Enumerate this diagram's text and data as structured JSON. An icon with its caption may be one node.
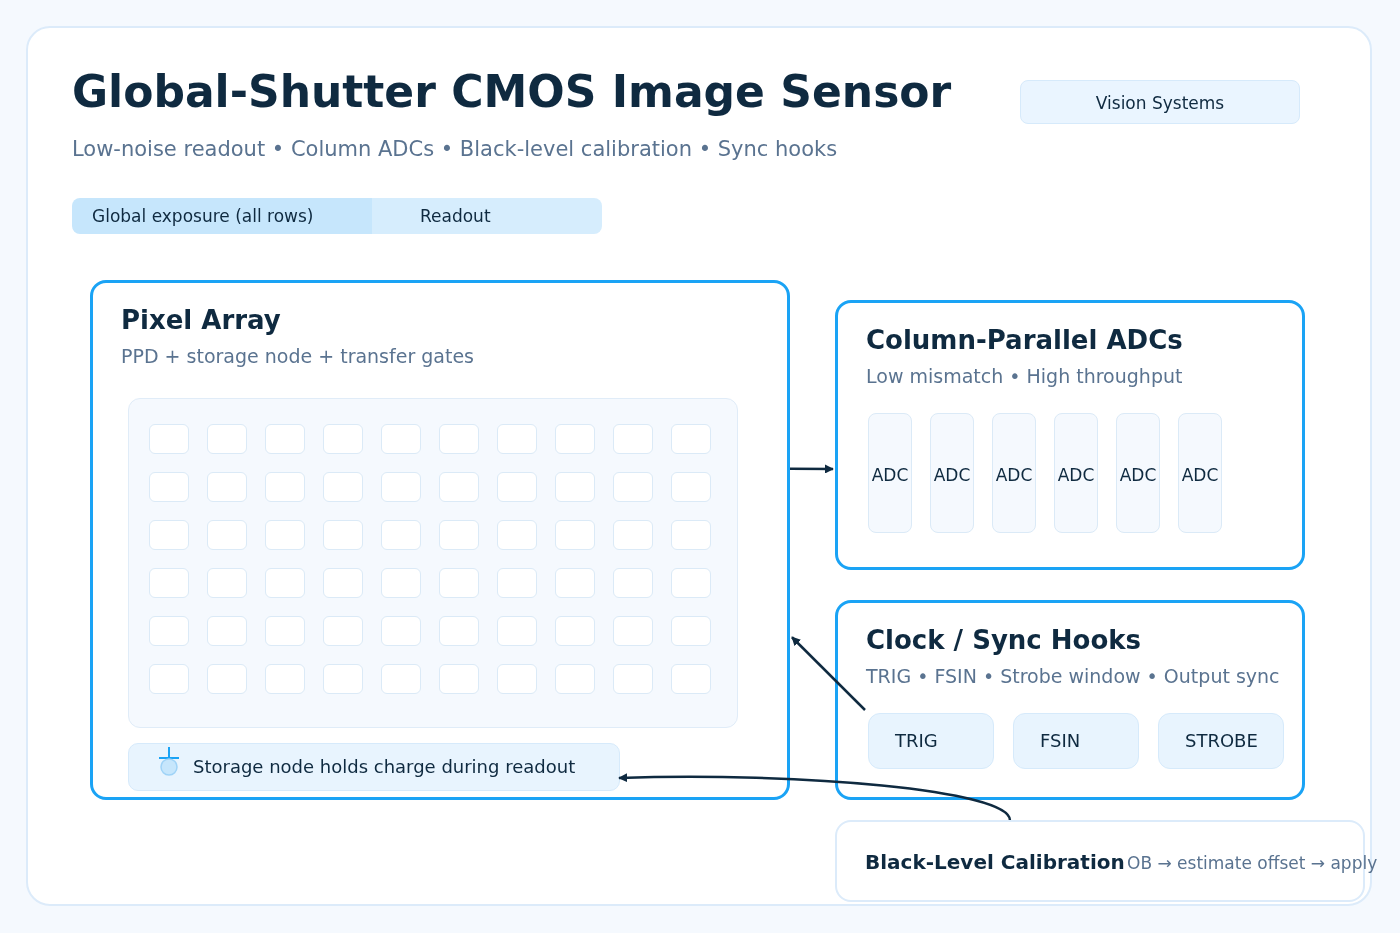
{
  "diagram": {
    "title": "Global-Shutter CMOS Image Sensor",
    "nodes": [
      {
        "text": [
          "Global exposure (all rows)"
        ]
      },
      {
        "text": [
          "Readout"
        ]
      },
      {
        "text": [
          "Pixel Array",
          "PPD + storage node + transfer gates"
        ]
      },
      {
        "text": [],
        "shape": "box",
        "in": 2
      },
      {
        "text": [],
        "shape": "box",
        "in": 3
      },
      {
        "text": [],
        "shape": "box",
        "in": 3
      },
      {
        "text": [],
        "shape": "box",
        "in": 3
      },
      {
        "text": [],
        "shape": "box",
        "in": 3
      },
      {
        "text": [],
        "shape": "box",
        "in": 3
      },
      {
        "text": [],
        "shape": "box",
        "in": 3
      },
      {
        "text": [],
        "shape": "box",
        "in": 3
      },
      {
        "text": [],
        "shape": "box",
        "in": 3
      },
      {
        "text": [],
        "shape": "box",
        "in": 3
      },
      {
        "text": [],
        "shape": "box",
        "in": 3
      },
      {
        "text": [],
        "shape": "box",
        "in": 3
      },
      {
        "text": [],
        "shape": "box",
        "in": 3
      },
      {
        "text": [],
        "shape": "box",
        "in": 3
      },
      {
        "text": [],
        "shape": "box",
        "in": 3
      },
      {
        "text": [],
        "shape": "box",
        "in": 3
      },
      {
        "text": [],
        "shape": "box",
        "in": 3
      },
      {
        "text": [],
        "shape": "box",
        "in": 3
      },
      {
        "text": [],
        "shape": "box",
        "in": 3
      },
      {
        "text": [],
        "shape": "box",
        "in": 3
      },
      {
        "text": [],
        "shape": "box",
        "in": 3
      },
      {
        "text": [],
        "shape": "box",
        "in": 3
      },
      {
        "text": [],
        "shape": "box",
        "in": 3
      },
      {
        "text": [],
        "shape": "box",
        "in": 3
      },
      {
        "text": [],
        "shape": "box",
        "in": 3
      },
      {
        "text": [],
        "shape": "box",
        "in": 3
      },
      {
        "text": [],
        "shape": "box",
        "in": 3
      },
      {
        "text": [],
        "shape": "box",
        "in": 3
      },
      {
        "text": [],
        "shape": "box",
        "in": 3
      },
      {
        "text": [],
        "shape": "box",
        "in": 3
      },
      {
        "text": [],
        "shape": "box",
        "in": 3
      },
      {
        "text": [],
        "shape": "box",
        "in": 3
      },
      {
        "text": [],
        "shape": "box",
        "in": 3
      },
      {
        "text": [],
        "shape": "box",
        "in": 3
      },
      {
        "text": [],
        "shape": "box",
        "in": 3
      },
      {
        "text": [],
        "shape": "box",
        "in": 3
      },
      {
        "text": [],
        "shape": "box",
        "in": 3
      },
      {
        "text": [],
        "shape": "box",
        "in": 3
      },
      {
        "text": [],
        "shape": "box",
        "in": 3
      },
      {
        "text": [],
        "shape": "box",
        "in": 3
      },
      {
        "text": [],
        "shape": "box",
        "in": 3
      },
      {
        "text": [],
        "shape": "box",
        "in": 3
      },
      {
        "text": [],
        "shape": "box",
        "in": 3
      },
      {
        "text": [],
        "shape": "box",
        "in": 3
      },
      {
        "text": [],
        "shape": "box",
        "in": 3
      },
      {
        "text": [],
        "shape": "box",
        "in": 3
      },
      {
        "text": [],
        "shape": "box",
        "in": 3
      },
      {
        "text": [],
        "shape": "box",
        "in": 3
      },
      {
        "text": [],
        "shape": "box",
        "in": 3
      },
      {
        "text": [],
        "shape": "box",
        "in": 3
      },
      {
        "text": [],
        "shape": "box",
        "in": 3
      },
      {
        "text": [],
        "shape": "box",
        "in": 3
      },
      {
        "text": [],
        "shape": "box",
        "in": 3
      },
      {
        "text": [],
        "shape": "box",
        "in": 3
      },
      {
        "text": [],
        "shape": "box",
        "in": 3
      },
      {
        "text": [],
        "shape": "box",
        "in": 3
      },
      {
        "text": [],
        "shape": "box",
        "in": 3
      },
      {
        "text": [],
        "shape": "box",
        "in": 3
      },
      {
        "text": [],
        "shape": "box",
        "in": 3
      },
      {
        "text": [],
        "shape": "box",
        "in": 3
      },
      {
        "text": [],
        "shape": "box",
        "in": 3
      },
      {
        "text": [
          "Storage node holds charge during readout"
        ],
        "in": 2
      },
      {
        "text": [
          "Column-Parallel ADCs",
          "Low mismatch • High throughput"
        ]
      },
      {
        "text": [
          "ADC"
        ],
        "in": 65
      },
      {
        "text": [
          "ADC"
        ],
        "in": 65
      },
      {
        "text": [
          "ADC"
        ],
        "in": 65
      },
      {
        "text": [
          "ADC"
        ],
        "in": 65
      },
      {
        "text": [
          "ADC"
        ],
        "in": 65
      },
      {
        "text": [
          "ADC"
        ],
        "in": 65
      },
      {
        "text": [
          "Clock / Sync Hooks",
          "TRIG • FSIN • Strobe window • Output sync"
        ]
      },
      {
        "text": [
          "TRIG"
        ],
        "in": 72
      },
      {
        "text": [
          "FSIN"
        ],
        "in": 72
      },
      {
        "text": [
          "STROBE"
        ],
        "in": 72
      },
      {
        "text": [
          "Black-Level Calibration",
          "OB → estimate offset → apply"
        ]
      }
    ],
    "edges": [
      {
        "from": 2,
        "to": 65,
        "arrow": "to"
      },
      {
        "from": 73,
        "to": 2,
        "arrow": "to"
      },
      {
        "from": 76,
        "to": 64,
        "arrow": "to"
      }
    ],
    "labels": [
      "Low-noise readout • Column ADCs • Black-level calibration • Sync hooks",
      "Vision Systems"
    ]
  }
}
